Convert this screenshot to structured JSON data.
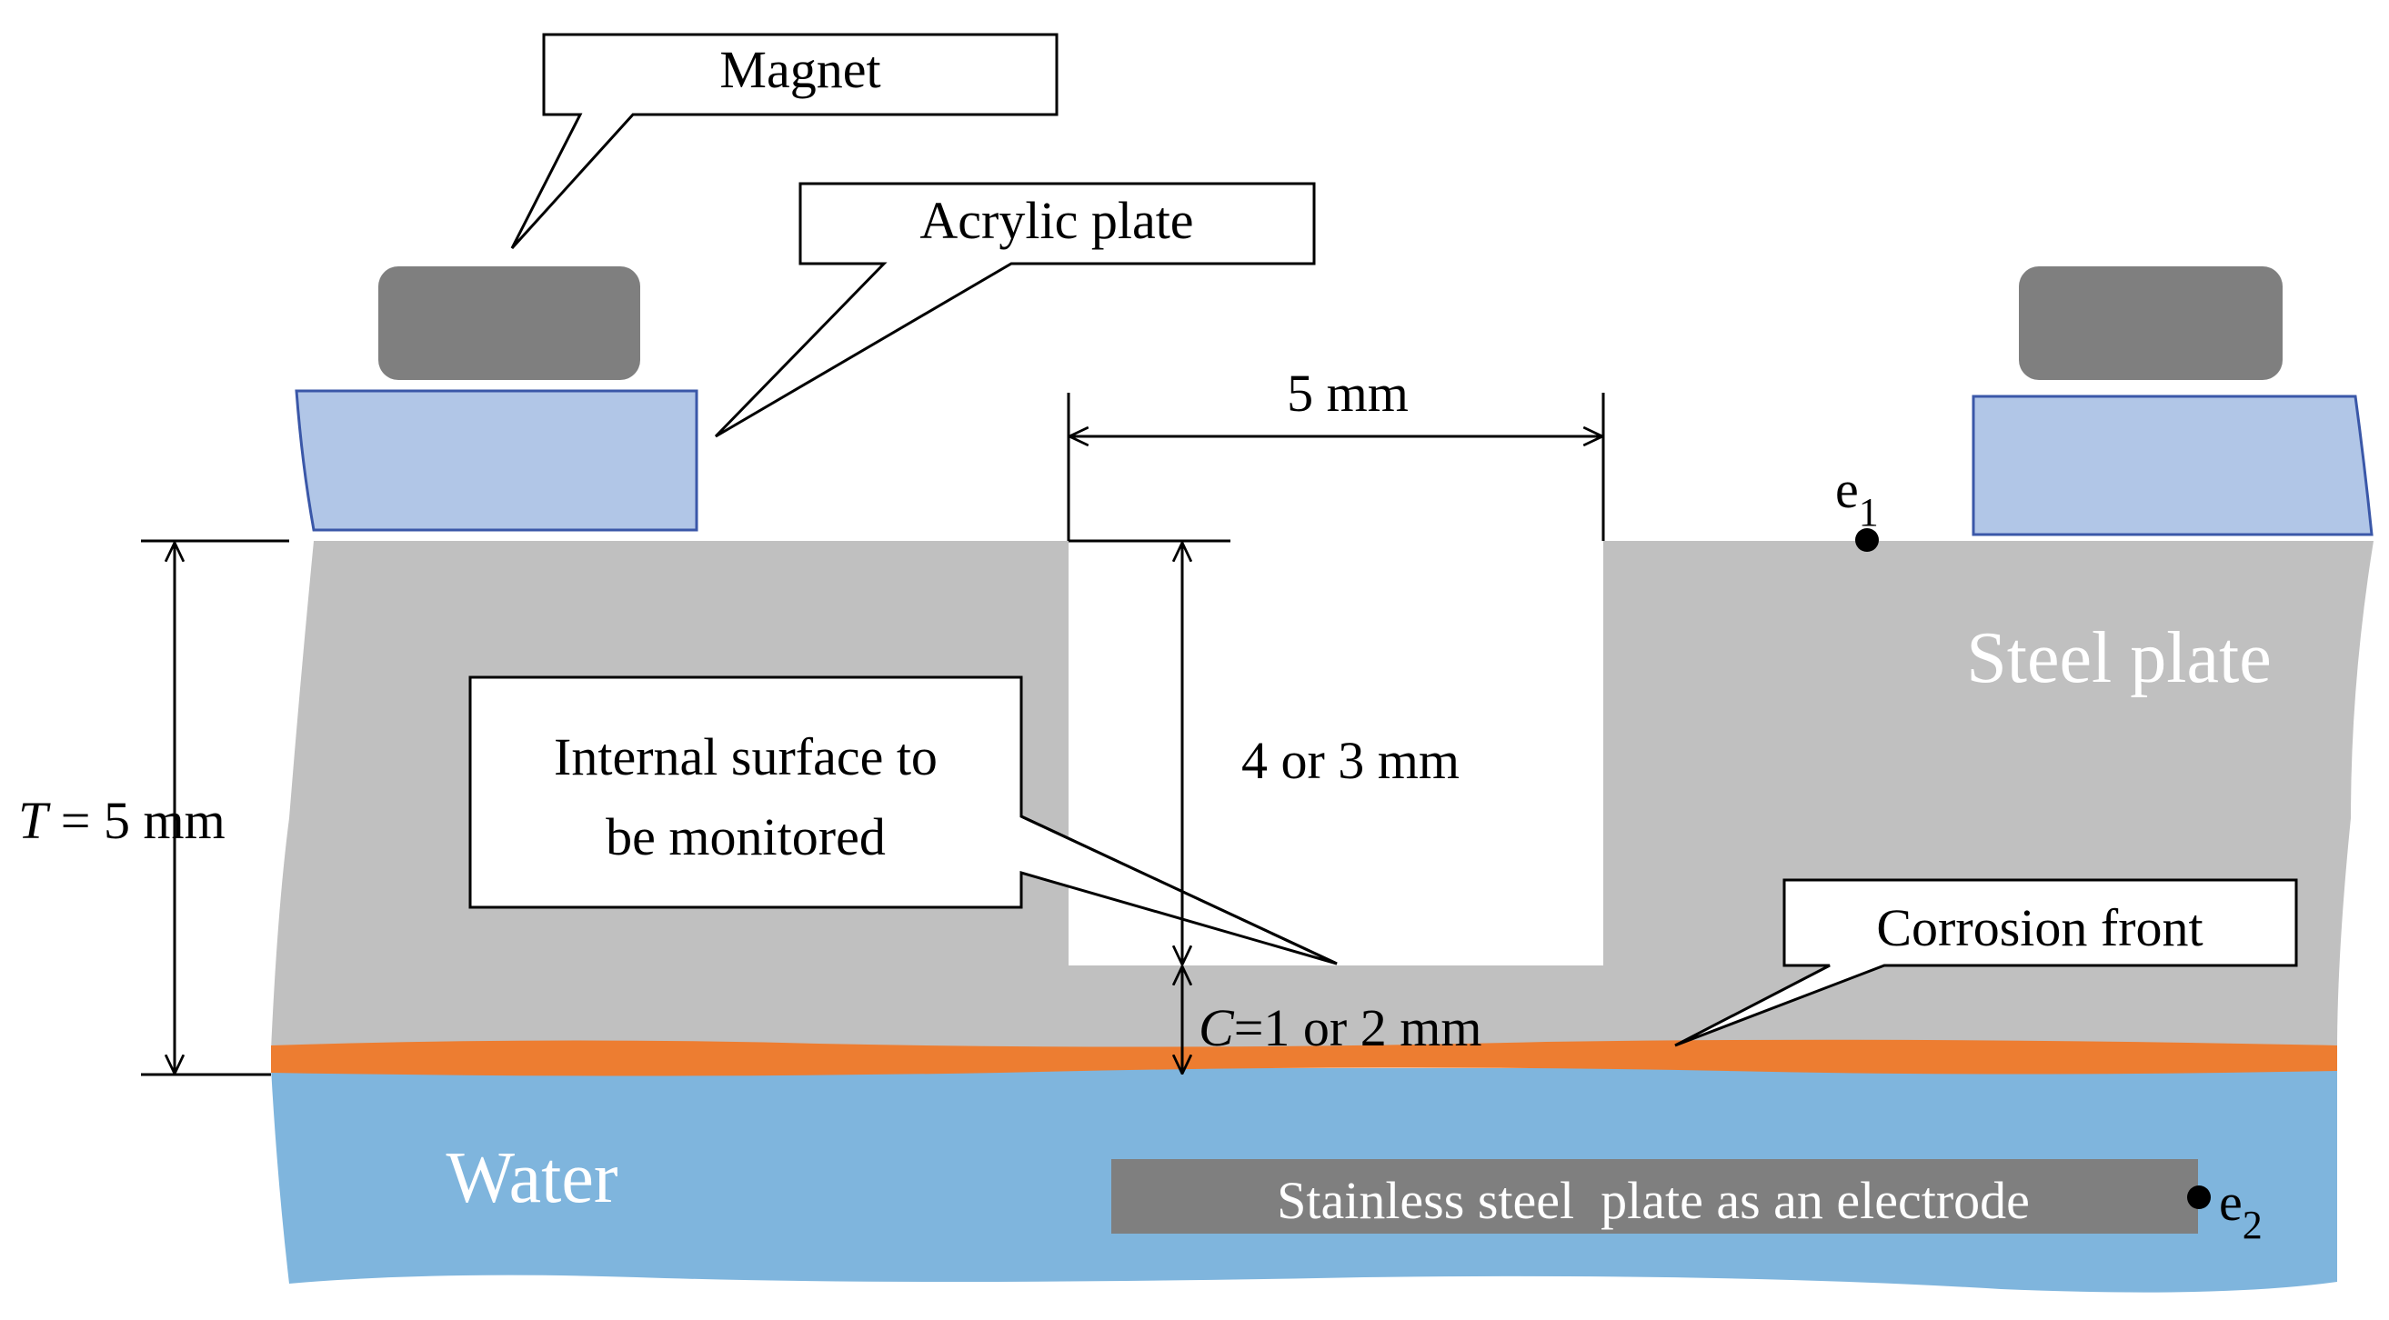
{
  "labels": {
    "magnet": "Magnet",
    "acrylic_plate": "Acrylic plate",
    "width_dim": "5 mm",
    "depth_dim": "4 or 3 mm",
    "thickness_var": "T",
    "thickness_rest": " = 5 mm",
    "internal_surface_line1": "Internal surface to",
    "internal_surface_line2": "be monitored",
    "corrosion_front": "Corrosion front",
    "c_var": "C",
    "c_rest": "=1 or 2 mm",
    "steel_plate": "Steel plate",
    "water": "Water",
    "electrode": "Stainless steel  plate as an electrode",
    "e1_base": "e",
    "e1_sub": "1",
    "e2_base": "e",
    "e2_sub": "2"
  },
  "colors": {
    "steel": "#c0c0c0",
    "water": "#7fb5dd",
    "corrosion": "#ed7d31",
    "acrylic_fill": "#b1c6e7",
    "acrylic_stroke": "#3a57a8",
    "magnet": "#7f7f7f",
    "electrode": "#7f7f7f",
    "text_light": "#ffffff",
    "text_dark": "#000000"
  }
}
